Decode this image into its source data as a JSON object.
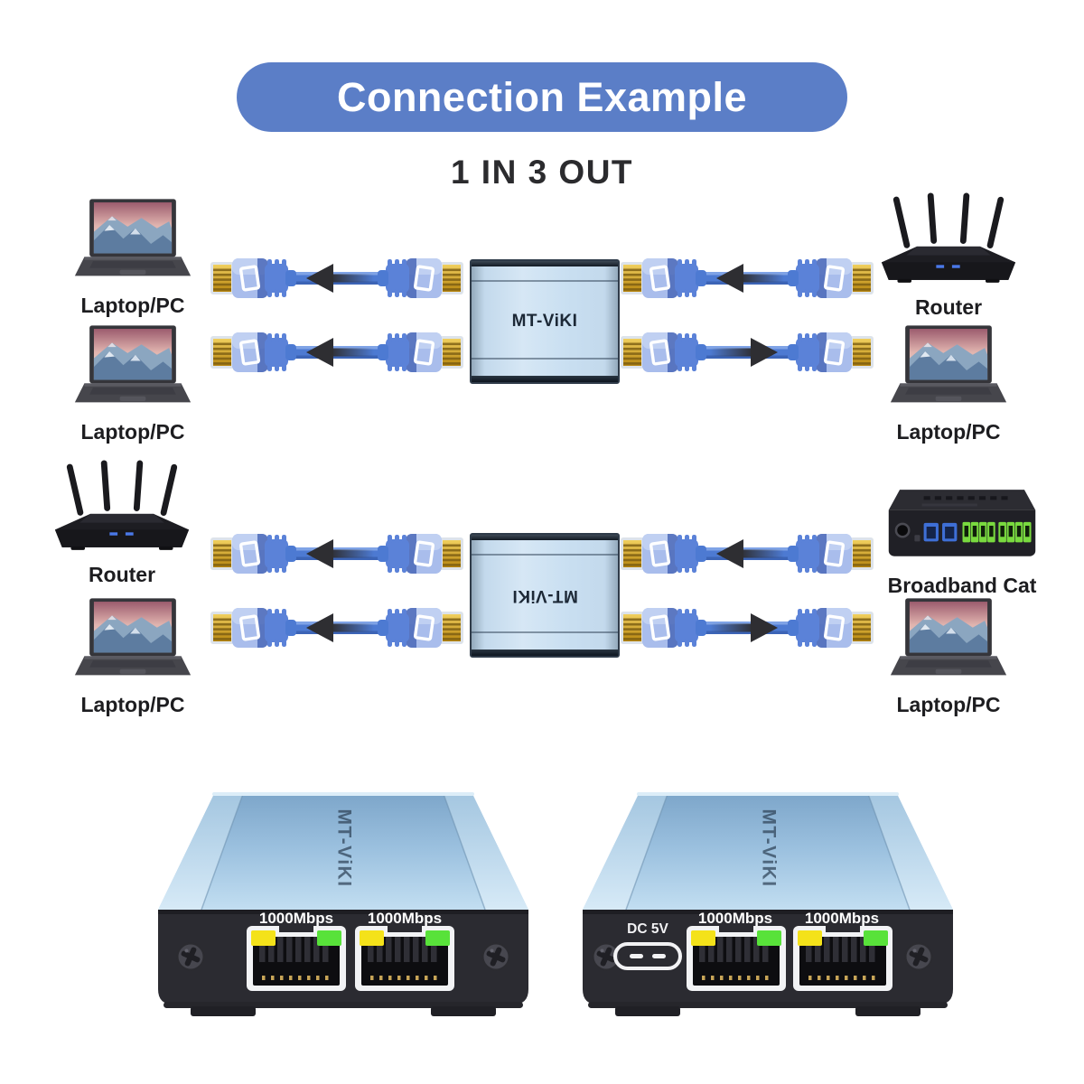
{
  "header": {
    "banner": "Connection Example",
    "subtitle": "1 IN 3 OUT"
  },
  "brand": "MT-ViKI",
  "colors": {
    "banner_bg": "#5b7ec7",
    "cable_blue": "#4d7ad2",
    "connector_light_blue": "#a9bdec",
    "arrow_black": "#2e2e32",
    "splitter_face": "#d6e7f5",
    "metal_blue": "#9dc2e0",
    "front_panel": "#2b2b31",
    "led_yellow": "#f4e21a",
    "led_green": "#58e23a",
    "gold_pins": "#d9b04a"
  },
  "diagram1": {
    "left_devices": [
      {
        "type": "laptop",
        "label": "Laptop/PC"
      },
      {
        "type": "laptop",
        "label": "Laptop/PC"
      }
    ],
    "right_devices": [
      {
        "type": "router",
        "label": "Router"
      },
      {
        "type": "laptop",
        "label": "Laptop/PC"
      }
    ],
    "splitter_label": "MT-ViKI",
    "splitter_label_rotated": false,
    "cables": [
      {
        "position": "left-top",
        "arrow": "left"
      },
      {
        "position": "left-bottom",
        "arrow": "left"
      },
      {
        "position": "right-top",
        "arrow": "left"
      },
      {
        "position": "right-bottom",
        "arrow": "right"
      }
    ]
  },
  "diagram2": {
    "left_devices": [
      {
        "type": "router",
        "label": "Router"
      },
      {
        "type": "laptop",
        "label": "Laptop/PC"
      }
    ],
    "right_devices": [
      {
        "type": "modem",
        "label": "Broadband Cat"
      },
      {
        "type": "laptop",
        "label": "Laptop/PC"
      }
    ],
    "splitter_label": "MT-ViKI",
    "splitter_label_rotated": true,
    "cables": [
      {
        "position": "left-top",
        "arrow": "left"
      },
      {
        "position": "left-bottom",
        "arrow": "left"
      },
      {
        "position": "right-top",
        "arrow": "left"
      },
      {
        "position": "right-bottom",
        "arrow": "right"
      }
    ]
  },
  "products": {
    "left": {
      "logo": "MT-ViKI",
      "port_labels": [
        "1000Mbps",
        "1000Mbps"
      ]
    },
    "right": {
      "logo": "MT-ViKI",
      "power_label": "DC 5V",
      "port_labels": [
        "1000Mbps",
        "1000Mbps"
      ]
    }
  }
}
